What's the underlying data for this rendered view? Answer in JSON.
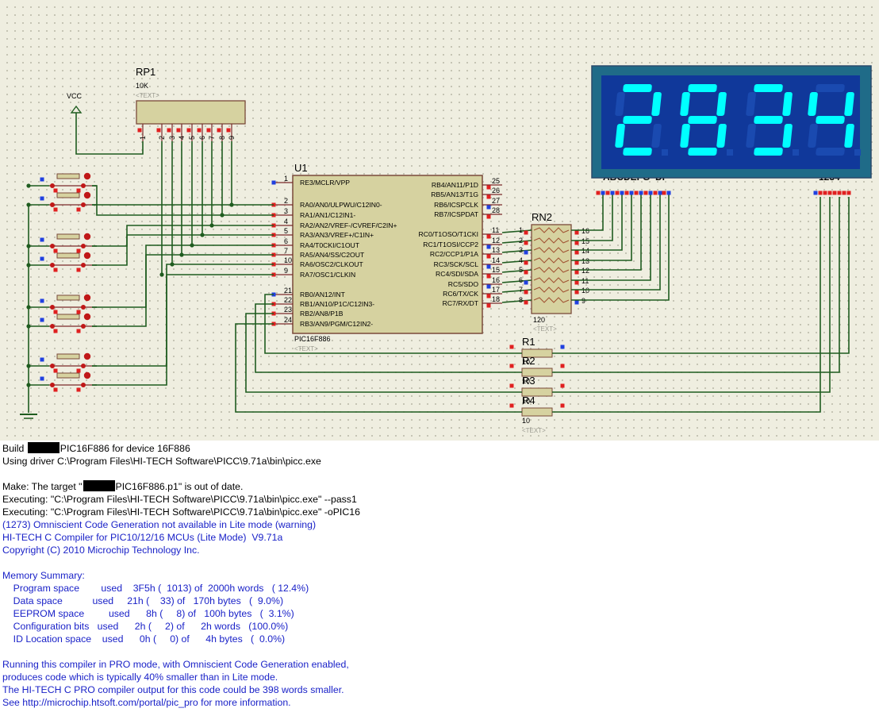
{
  "schematic": {
    "vcc_label": "VCC",
    "rp1": {
      "ref": "RP1",
      "value": "10K",
      "text": "<TEXT>",
      "pins": [
        "1",
        "2",
        "3",
        "4",
        "5",
        "6",
        "7",
        "8",
        "9"
      ]
    },
    "u1": {
      "ref": "U1",
      "part": "PIC16F886",
      "text": "<TEXT>",
      "left_pins": [
        {
          "num": "1",
          "name": "RE3/MCLR/VPP"
        },
        {
          "num": "2",
          "name": "RA0/AN0/ULPWU/C12IN0-"
        },
        {
          "num": "3",
          "name": "RA1/AN1/C12IN1-"
        },
        {
          "num": "4",
          "name": "RA2/AN2/VREF-/CVREF/C2IN+"
        },
        {
          "num": "5",
          "name": "RA3/AN3/VREF+/C1IN+"
        },
        {
          "num": "6",
          "name": "RA4/T0CKI/C1OUT"
        },
        {
          "num": "7",
          "name": "RA5/AN4/SS/C2OUT"
        },
        {
          "num": "10",
          "name": "RA6/OSC2/CLKOUT"
        },
        {
          "num": "9",
          "name": "RA7/OSC1/CLKIN"
        },
        {
          "num": "21",
          "name": "RB0/AN12/INT"
        },
        {
          "num": "22",
          "name": "RB1/AN10/P1C/C12IN3-"
        },
        {
          "num": "23",
          "name": "RB2/AN8/P1B"
        },
        {
          "num": "24",
          "name": "RB3/AN9/PGM/C12IN2-"
        }
      ],
      "right_pins": [
        {
          "num": "25",
          "name": "RB4/AN11/P1D"
        },
        {
          "num": "26",
          "name": "RB5/AN13/T1G"
        },
        {
          "num": "27",
          "name": "RB6/ICSPCLK"
        },
        {
          "num": "28",
          "name": "RB7/ICSPDAT"
        },
        {
          "num": "11",
          "name": "RC0/T1OSO/T1CKI"
        },
        {
          "num": "12",
          "name": "RC1/T1OSI/CCP2"
        },
        {
          "num": "13",
          "name": "RC2/CCP1/P1A"
        },
        {
          "num": "14",
          "name": "RC3/SCK/SCL"
        },
        {
          "num": "15",
          "name": "RC4/SDI/SDA"
        },
        {
          "num": "16",
          "name": "RC5/SDO"
        },
        {
          "num": "17",
          "name": "RC6/TX/CK"
        },
        {
          "num": "18",
          "name": "RC7/RX/DT"
        }
      ]
    },
    "rn2": {
      "ref": "RN2",
      "value": "120",
      "text": "<TEXT>",
      "left_pins": [
        "1",
        "2",
        "3",
        "4",
        "5",
        "6",
        "7",
        "8"
      ],
      "right_pins": [
        "16",
        "15",
        "14",
        "13",
        "12",
        "11",
        "10",
        "9"
      ]
    },
    "resistors": [
      {
        "ref": "R1",
        "value": "10",
        "text": "<TEXT>"
      },
      {
        "ref": "R2",
        "value": "10",
        "text": "<TEXT>"
      },
      {
        "ref": "R3",
        "value": "10",
        "text": "<TEXT>"
      },
      {
        "ref": "R4",
        "value": "10",
        "text": "<TEXT>"
      }
    ],
    "display": {
      "digits": "2834",
      "segment_label": "ABCDEFG  DP",
      "digit_label": "1234",
      "bg_color": "#1f6b88",
      "segment_on_color": "#00ffff",
      "segment_off_color": "#10389a"
    }
  },
  "log": [
    {
      "color": "black",
      "parts": [
        "Build ",
        "[redacted]",
        "PIC16F886 for device 16F886"
      ]
    },
    {
      "color": "black",
      "parts": [
        "Using driver C:\\Program Files\\HI-TECH Software\\PICC\\9.71a\\bin\\picc.exe"
      ]
    },
    {
      "color": "black",
      "parts": [
        ""
      ]
    },
    {
      "color": "black",
      "parts": [
        "Make: The target \"",
        "[redacted]",
        "PIC16F886.p1\" is out of date."
      ]
    },
    {
      "color": "black",
      "parts": [
        "Executing: \"C:\\Program Files\\HI-TECH Software\\PICC\\9.71a\\bin\\picc.exe\" --pass1"
      ]
    },
    {
      "color": "black",
      "parts": [
        "Executing: \"C:\\Program Files\\HI-TECH Software\\PICC\\9.71a\\bin\\picc.exe\" -oPIC16"
      ]
    },
    {
      "color": "blue",
      "parts": [
        "(1273) Omniscient Code Generation not available in Lite mode (warning)"
      ]
    },
    {
      "color": "blue",
      "parts": [
        "HI-TECH C Compiler for PIC10/12/16 MCUs (Lite Mode)  V9.71a"
      ]
    },
    {
      "color": "blue",
      "parts": [
        "Copyright (C) 2010 Microchip Technology Inc."
      ]
    },
    {
      "color": "blue",
      "parts": [
        ""
      ]
    },
    {
      "color": "blue",
      "parts": [
        "Memory Summary:"
      ]
    },
    {
      "color": "blue",
      "parts": [
        "    Program space        used    3F5h (  1013) of  2000h words   ( 12.4%)"
      ]
    },
    {
      "color": "blue",
      "parts": [
        "    Data space           used     21h (    33) of   170h bytes   (  9.0%)"
      ]
    },
    {
      "color": "blue",
      "parts": [
        "    EEPROM space         used      8h (     8) of   100h bytes   (  3.1%)"
      ]
    },
    {
      "color": "blue",
      "parts": [
        "    Configuration bits   used      2h (     2) of      2h words   (100.0%)"
      ]
    },
    {
      "color": "blue",
      "parts": [
        "    ID Location space    used      0h (     0) of      4h bytes   (  0.0%)"
      ]
    },
    {
      "color": "blue",
      "parts": [
        ""
      ]
    },
    {
      "color": "blue",
      "parts": [
        "Running this compiler in PRO mode, with Omniscient Code Generation enabled,"
      ]
    },
    {
      "color": "blue",
      "parts": [
        "produces code which is typically 40% smaller than in Lite mode."
      ]
    },
    {
      "color": "blue",
      "parts": [
        "The HI-TECH C PRO compiler output for this code could be 398 words smaller."
      ]
    },
    {
      "color": "blue",
      "parts": [
        "See http://microchip.htsoft.com/portal/pic_pro for more information."
      ]
    }
  ]
}
